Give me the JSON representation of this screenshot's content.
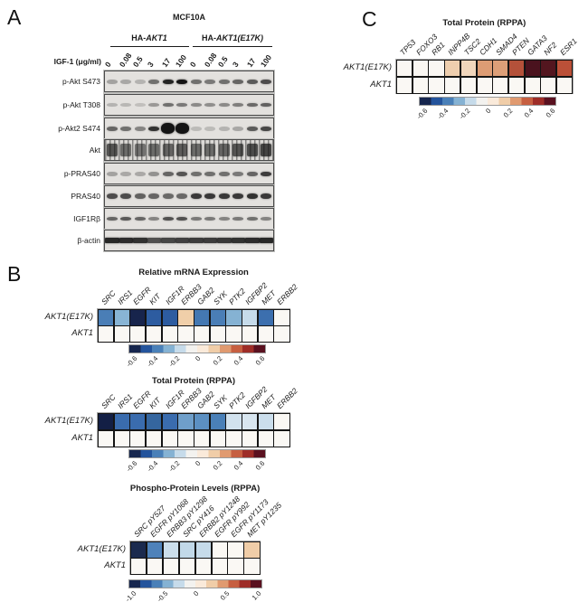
{
  "panel_a": {
    "label": "A",
    "cell_line": "MCF10A",
    "igf_label": "IGF-1 (μg/ml)",
    "groups": [
      {
        "prefix": "HA-",
        "gene": "AKT1"
      },
      {
        "prefix": "HA-",
        "gene": "AKT1(E17K)"
      }
    ],
    "doses": [
      "0",
      "0.08",
      "0.5",
      "3",
      "17",
      "100",
      "0",
      "0.08",
      "0.5",
      "3",
      "17",
      "100"
    ],
    "blots": [
      {
        "label": "p-Akt S473",
        "style": "bands",
        "band_h": 5,
        "blobs": [],
        "lanes": [
          0.3,
          0.28,
          0.22,
          0.55,
          0.92,
          1.0,
          0.55,
          0.5,
          0.55,
          0.6,
          0.65,
          0.72
        ]
      },
      {
        "label": "p-Akt T308",
        "style": "bands",
        "band_h": 4,
        "blobs": [],
        "lanes": [
          0.22,
          0.2,
          0.16,
          0.35,
          0.55,
          0.5,
          0.42,
          0.4,
          0.42,
          0.48,
          0.58,
          0.62
        ]
      },
      {
        "label": "p-Akt2 S474",
        "style": "bands",
        "band_h": 5,
        "blobs": [
          4,
          5
        ],
        "lanes": [
          0.6,
          0.55,
          0.45,
          0.85,
          1.0,
          1.0,
          0.18,
          0.18,
          0.22,
          0.28,
          0.65,
          0.75
        ]
      },
      {
        "label": "Akt",
        "style": "streaky",
        "band_h": 14,
        "blobs": [],
        "lanes": [
          0.85,
          0.7,
          0.65,
          0.7,
          0.75,
          0.8,
          0.7,
          0.7,
          0.75,
          0.85,
          0.9,
          0.95
        ]
      },
      {
        "label": "p-PRAS40",
        "style": "bands",
        "band_h": 5,
        "blobs": [],
        "lanes": [
          0.3,
          0.27,
          0.27,
          0.38,
          0.6,
          0.68,
          0.55,
          0.55,
          0.55,
          0.5,
          0.6,
          0.8
        ]
      },
      {
        "label": "PRAS40",
        "style": "bands",
        "band_h": 6,
        "blobs": [],
        "lanes": [
          0.72,
          0.72,
          0.62,
          0.6,
          0.58,
          0.58,
          0.82,
          0.82,
          0.82,
          0.82,
          0.85,
          0.82
        ]
      },
      {
        "label": "IGF1Rβ",
        "style": "bands",
        "band_h": 4,
        "blobs": [],
        "lanes": [
          0.6,
          0.66,
          0.6,
          0.45,
          0.7,
          0.7,
          0.5,
          0.5,
          0.45,
          0.5,
          0.55,
          0.45
        ]
      },
      {
        "label": "β-actin",
        "style": "continuous",
        "band_h": 6,
        "blobs": [],
        "lanes": [
          0.9,
          0.88,
          0.85,
          0.7,
          0.75,
          0.78,
          0.8,
          0.8,
          0.82,
          0.85,
          0.88,
          0.9
        ]
      }
    ]
  },
  "panel_b": {
    "label": "B",
    "heatmaps": [
      {
        "title": "Relative mRNA Expression",
        "columns": [
          "SRC",
          "IRS1",
          "EGFR",
          "KIT",
          "IGF1R",
          "ERBB3",
          "GAB2",
          "SYK",
          "PTK2",
          "IGFBP2",
          "MET",
          "ERBB2"
        ],
        "row_labels": [
          "AKT1(E17K)",
          "AKT1"
        ],
        "cell_colors": [
          [
            "#4a7eb6",
            "#88b4d4",
            "#17244c",
            "#2d5ca0",
            "#2d5ca0",
            "#f0cfa9",
            "#4478b2",
            "#4a7eb6",
            "#85b2d3",
            "#c6dbea",
            "#3c6fae",
            "#faf8f4"
          ],
          [
            "#faf8f4",
            "#faf8f4",
            "#faf8f4",
            "#faf8f4",
            "#faf8f4",
            "#faf8f4",
            "#faf8f4",
            "#faf8f4",
            "#faf8f4",
            "#faf8f4",
            "#faf8f4",
            "#faf8f4"
          ]
        ],
        "values": [
          [
            -0.4,
            -0.28,
            -0.75,
            -0.52,
            -0.52,
            0.18,
            -0.42,
            -0.4,
            -0.28,
            -0.12,
            -0.46,
            0.0
          ],
          [
            0,
            0,
            0,
            0,
            0,
            0,
            0,
            0,
            0,
            0,
            0,
            0
          ]
        ],
        "colorbar_ticks": [
          "-0.6",
          "-0.4",
          "-0.2",
          "0",
          "0.2",
          "0.4",
          "0.6"
        ]
      },
      {
        "title": "Total Protein (RPPA)",
        "columns": [
          "SRC",
          "IRS1",
          "EGFR",
          "KIT",
          "IGF1R",
          "ERBB3",
          "GAB2",
          "SYK",
          "PTK2",
          "IGFBP2",
          "MET",
          "ERBB2"
        ],
        "row_labels": [
          "AKT1(E17K)",
          "AKT1"
        ],
        "cell_colors": [
          [
            "#131f45",
            "#3a6cae",
            "#3a6cae",
            "#35669f",
            "#3a6cae",
            "#6f9fca",
            "#5c90c2",
            "#4a80b8",
            "#d2e2ee",
            "#d8e6f0",
            "#cbdeec",
            "#faf8f4"
          ],
          [
            "#faf8f4",
            "#faf8f4",
            "#faf8f4",
            "#faf8f4",
            "#faf8f4",
            "#faf8f4",
            "#faf8f4",
            "#faf8f4",
            "#faf8f4",
            "#faf8f4",
            "#faf8f4",
            "#faf8f4"
          ]
        ],
        "values": [
          [
            -0.68,
            -0.46,
            -0.46,
            -0.48,
            -0.46,
            -0.33,
            -0.37,
            -0.41,
            -0.09,
            -0.08,
            -0.11,
            0.0
          ],
          [
            0,
            0,
            0,
            0,
            0,
            0,
            0,
            0,
            0,
            0,
            0,
            0
          ]
        ],
        "colorbar_ticks": [
          "-0.6",
          "-0.4",
          "-0.2",
          "0",
          "0.2",
          "0.4",
          "0.6"
        ]
      },
      {
        "title": "Phospho-Protein Levels (RPPA)",
        "columns": [
          "SRC pY527",
          "EGFR pY1068",
          "ERBB3 pY1298",
          "SRC pY416",
          "ERBB2 pY1248",
          "EGFR pY992",
          "EGFR pY1173",
          "MET pY1235"
        ],
        "row_labels": [
          "AKT1(E17K)",
          "AKT1"
        ],
        "cell_colors": [
          [
            "#1b2a4e",
            "#4f82ba",
            "#ccdfec",
            "#c2d9e9",
            "#c6dbea",
            "#faf8f4",
            "#faf8f4",
            "#f0cda8"
          ],
          [
            "#faf8f4",
            "#faf8f4",
            "#faf8f4",
            "#faf8f4",
            "#faf8f4",
            "#faf8f4",
            "#faf8f4",
            "#faf8f4"
          ]
        ],
        "values": [
          [
            -1.05,
            -0.55,
            -0.18,
            -0.22,
            -0.2,
            0.0,
            0.02,
            0.3
          ],
          [
            0,
            0,
            0,
            0,
            0,
            0,
            0,
            0
          ]
        ],
        "colorbar_ticks": [
          "-1.0",
          "-0.5",
          "0",
          "0.5",
          "1.0"
        ]
      }
    ]
  },
  "panel_c": {
    "label": "C",
    "heatmap": {
      "title": "Total Protein (RPPA)",
      "columns": [
        "TP53",
        "FOXO3",
        "RB1",
        "INPP4B",
        "TSC2",
        "CDH1",
        "SMAD4",
        "PTEN",
        "GATA3",
        "NF2",
        "ESR1"
      ],
      "row_labels": [
        "AKT1(E17K)",
        "AKT1"
      ],
      "cell_colors": [
        [
          "#faf7f3",
          "#faf7f3",
          "#faf7f3",
          "#eeceae",
          "#f0d6bc",
          "#dd9c74",
          "#dd9f78",
          "#b4513a",
          "#4a121e",
          "#53161f",
          "#bb5038"
        ],
        [
          "#faf8f4",
          "#faf8f4",
          "#faf8f4",
          "#faf8f4",
          "#faf8f4",
          "#faf8f4",
          "#faf8f4",
          "#faf8f4",
          "#faf8f4",
          "#faf8f4",
          "#faf8f4"
        ]
      ],
      "values": [
        [
          0.02,
          0.02,
          0.02,
          0.16,
          0.13,
          0.28,
          0.27,
          0.47,
          0.72,
          0.7,
          0.45
        ],
        [
          0,
          0,
          0,
          0,
          0,
          0,
          0,
          0,
          0,
          0,
          0
        ]
      ],
      "colorbar_ticks": [
        "-0.6",
        "-0.4",
        "-0.2",
        "0",
        "0.2",
        "0.4",
        "0.6"
      ]
    }
  },
  "colormap_stops": [
    "#16264e",
    "#24549c",
    "#4a80b8",
    "#85b2d3",
    "#c6dbea",
    "#f3f2ef",
    "#faeada",
    "#f0cda8",
    "#e09a70",
    "#c65f41",
    "#9e2d28",
    "#5a1120"
  ],
  "chart_data": [
    {
      "type": "heatmap",
      "title": "Relative mRNA Expression",
      "x": [
        "SRC",
        "IRS1",
        "EGFR",
        "KIT",
        "IGF1R",
        "ERBB3",
        "GAB2",
        "SYK",
        "PTK2",
        "IGFBP2",
        "MET",
        "ERBB2"
      ],
      "y": [
        "AKT1(E17K)",
        "AKT1"
      ],
      "values": [
        [
          -0.4,
          -0.28,
          -0.75,
          -0.52,
          -0.52,
          0.18,
          -0.42,
          -0.4,
          -0.28,
          -0.12,
          -0.46,
          0.0
        ],
        [
          0,
          0,
          0,
          0,
          0,
          0,
          0,
          0,
          0,
          0,
          0,
          0
        ]
      ],
      "colorbar_range": [
        -0.6,
        0.6
      ]
    },
    {
      "type": "heatmap",
      "title": "Total Protein (RPPA)",
      "x": [
        "SRC",
        "IRS1",
        "EGFR",
        "KIT",
        "IGF1R",
        "ERBB3",
        "GAB2",
        "SYK",
        "PTK2",
        "IGFBP2",
        "MET",
        "ERBB2"
      ],
      "y": [
        "AKT1(E17K)",
        "AKT1"
      ],
      "values": [
        [
          -0.68,
          -0.46,
          -0.46,
          -0.48,
          -0.46,
          -0.33,
          -0.37,
          -0.41,
          -0.09,
          -0.08,
          -0.11,
          0.0
        ],
        [
          0,
          0,
          0,
          0,
          0,
          0,
          0,
          0,
          0,
          0,
          0,
          0
        ]
      ],
      "colorbar_range": [
        -0.6,
        0.6
      ]
    },
    {
      "type": "heatmap",
      "title": "Phospho-Protein Levels (RPPA)",
      "x": [
        "SRC pY527",
        "EGFR pY1068",
        "ERBB3 pY1298",
        "SRC pY416",
        "ERBB2 pY1248",
        "EGFR pY992",
        "EGFR pY1173",
        "MET pY1235"
      ],
      "y": [
        "AKT1(E17K)",
        "AKT1"
      ],
      "values": [
        [
          -1.05,
          -0.55,
          -0.18,
          -0.22,
          -0.2,
          0.0,
          0.02,
          0.3
        ],
        [
          0,
          0,
          0,
          0,
          0,
          0,
          0,
          0
        ]
      ],
      "colorbar_range": [
        -1.0,
        1.0
      ]
    },
    {
      "type": "heatmap",
      "title": "Total Protein (RPPA)",
      "x": [
        "TP53",
        "FOXO3",
        "RB1",
        "INPP4B",
        "TSC2",
        "CDH1",
        "SMAD4",
        "PTEN",
        "GATA3",
        "NF2",
        "ESR1"
      ],
      "y": [
        "AKT1(E17K)",
        "AKT1"
      ],
      "values": [
        [
          0.02,
          0.02,
          0.02,
          0.16,
          0.13,
          0.28,
          0.27,
          0.47,
          0.72,
          0.7,
          0.45
        ],
        [
          0,
          0,
          0,
          0,
          0,
          0,
          0,
          0,
          0,
          0,
          0
        ]
      ],
      "colorbar_range": [
        -0.6,
        0.6
      ]
    }
  ]
}
